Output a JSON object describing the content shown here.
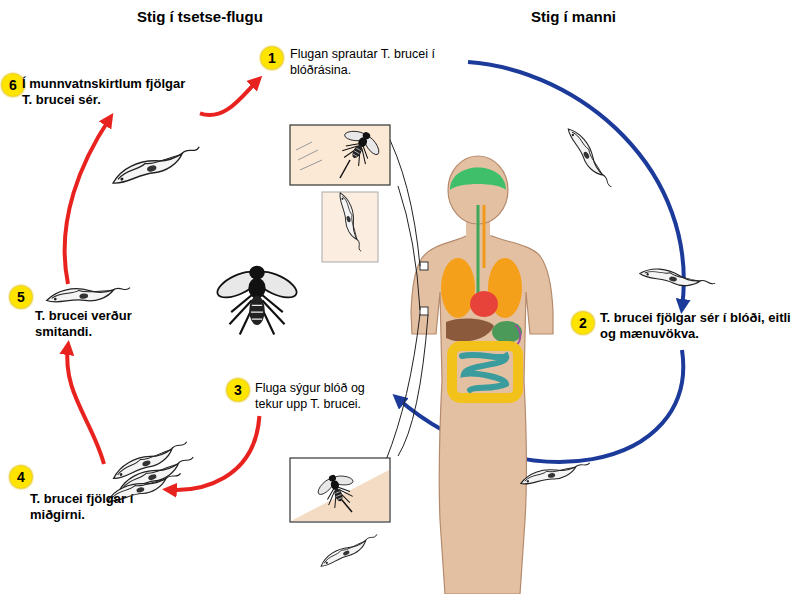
{
  "diagram": {
    "nodes": [
      {
        "text": [
          "1",
          "Flugan sprautar T. brucei í blóðrásina."
        ]
      },
      {
        "text": [
          "2",
          "T. brucei fjölgar sér í blóði, eitli og mænuvökva."
        ]
      },
      {
        "text": [
          "3",
          "Fluga sýgur blóð og tekur upp T. brucei."
        ]
      },
      {
        "text": [
          "4",
          "T. brucei fjölgar í miðgirni."
        ]
      },
      {
        "text": [
          "5",
          "T. brucei verður smitandi."
        ]
      },
      {
        "text": [
          "6",
          "Í munnvatnskirtlum fjölgar T. brucei sér."
        ]
      }
    ],
    "edges": [
      {
        "from": 0,
        "to": 1,
        "arrow": "to"
      },
      {
        "from": 1,
        "to": 2,
        "arrow": "to"
      },
      {
        "from": 2,
        "to": 3,
        "arrow": "to"
      },
      {
        "from": 3,
        "to": 4,
        "arrow": "to"
      },
      {
        "from": 4,
        "to": 5,
        "arrow": "to"
      },
      {
        "from": 5,
        "to": 0,
        "arrow": "to"
      }
    ],
    "labels": [
      "Stig í tsetse-flugu",
      "Stig í manni"
    ]
  }
}
